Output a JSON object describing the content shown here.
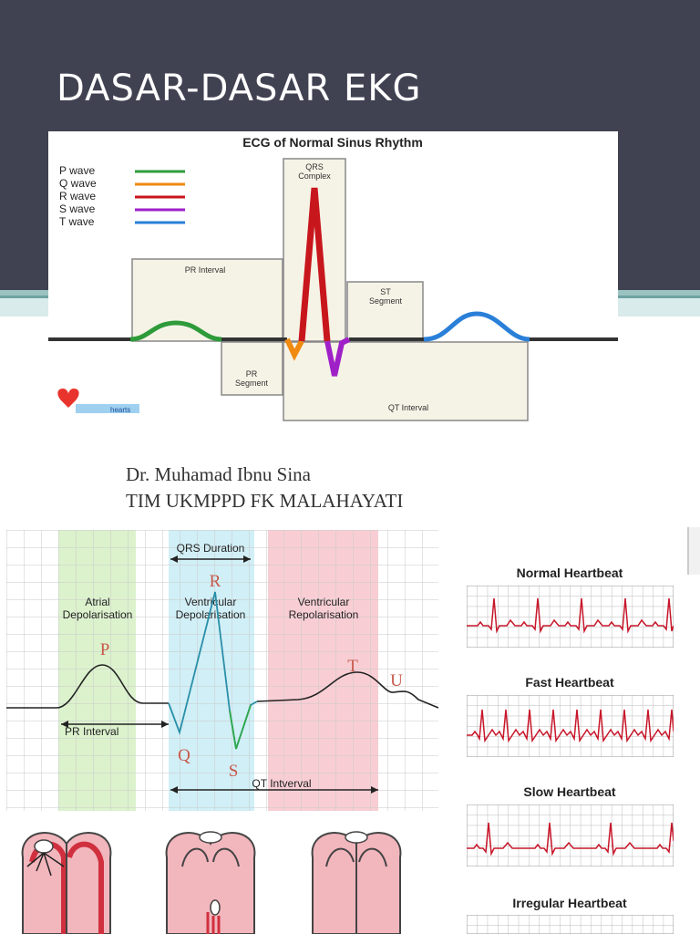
{
  "slide": {
    "title": "DASAR-DASAR EKG",
    "author": "Dr. Muhamad Ibnu Sina",
    "affiliation": "TIM UKMPPD FK MALAHAYATI"
  },
  "ecg_top": {
    "title": "ECG of Normal Sinus Rhythm",
    "legend": [
      {
        "label": "P wave",
        "color": "#2e9b3a"
      },
      {
        "label": "Q wave",
        "color": "#f08a10"
      },
      {
        "label": "R wave",
        "color": "#c8161d"
      },
      {
        "label": "S wave",
        "color": "#a020c8"
      },
      {
        "label": "T wave",
        "color": "#2a7fd8"
      }
    ],
    "labels": {
      "pr_interval": "PR Interval",
      "qrs_complex_line1": "QRS",
      "qrs_complex_line2": "Complex",
      "st_segment_line1": "ST",
      "st_segment_line2": "Segment",
      "pr_segment_line1": "PR",
      "pr_segment_line2": "Segment",
      "qt_interval": "QT Interval"
    },
    "logo_text": "hearts"
  },
  "ecg_detail": {
    "qrs_duration": "QRS Duration",
    "atrial_line1": "Atrial",
    "atrial_line2": "Depolarisation",
    "ventricular_dep_line1": "Ventricular",
    "ventricular_dep_line2": "Depolarisation",
    "ventricular_rep_line1": "Ventricular",
    "ventricular_rep_line2": "Repolarisation",
    "p": "P",
    "q": "Q",
    "r": "R",
    "s": "S",
    "t": "T",
    "u": "U",
    "pr_interval": "PR Interval",
    "qt_interval": "QT Intverval",
    "colors": {
      "atrial": "#d6f0c4",
      "ventricular_dep": "#c9ecf5",
      "ventricular_rep": "#f7c6cd",
      "trace": "#222222",
      "qrs_trace": "#2a8fa8"
    }
  },
  "heartbeats": [
    {
      "label": "Normal Heartbeat"
    },
    {
      "label": "Fast Heartbeat"
    },
    {
      "label": "Slow Heartbeat"
    },
    {
      "label": "Irregular Heartbeat"
    }
  ]
}
